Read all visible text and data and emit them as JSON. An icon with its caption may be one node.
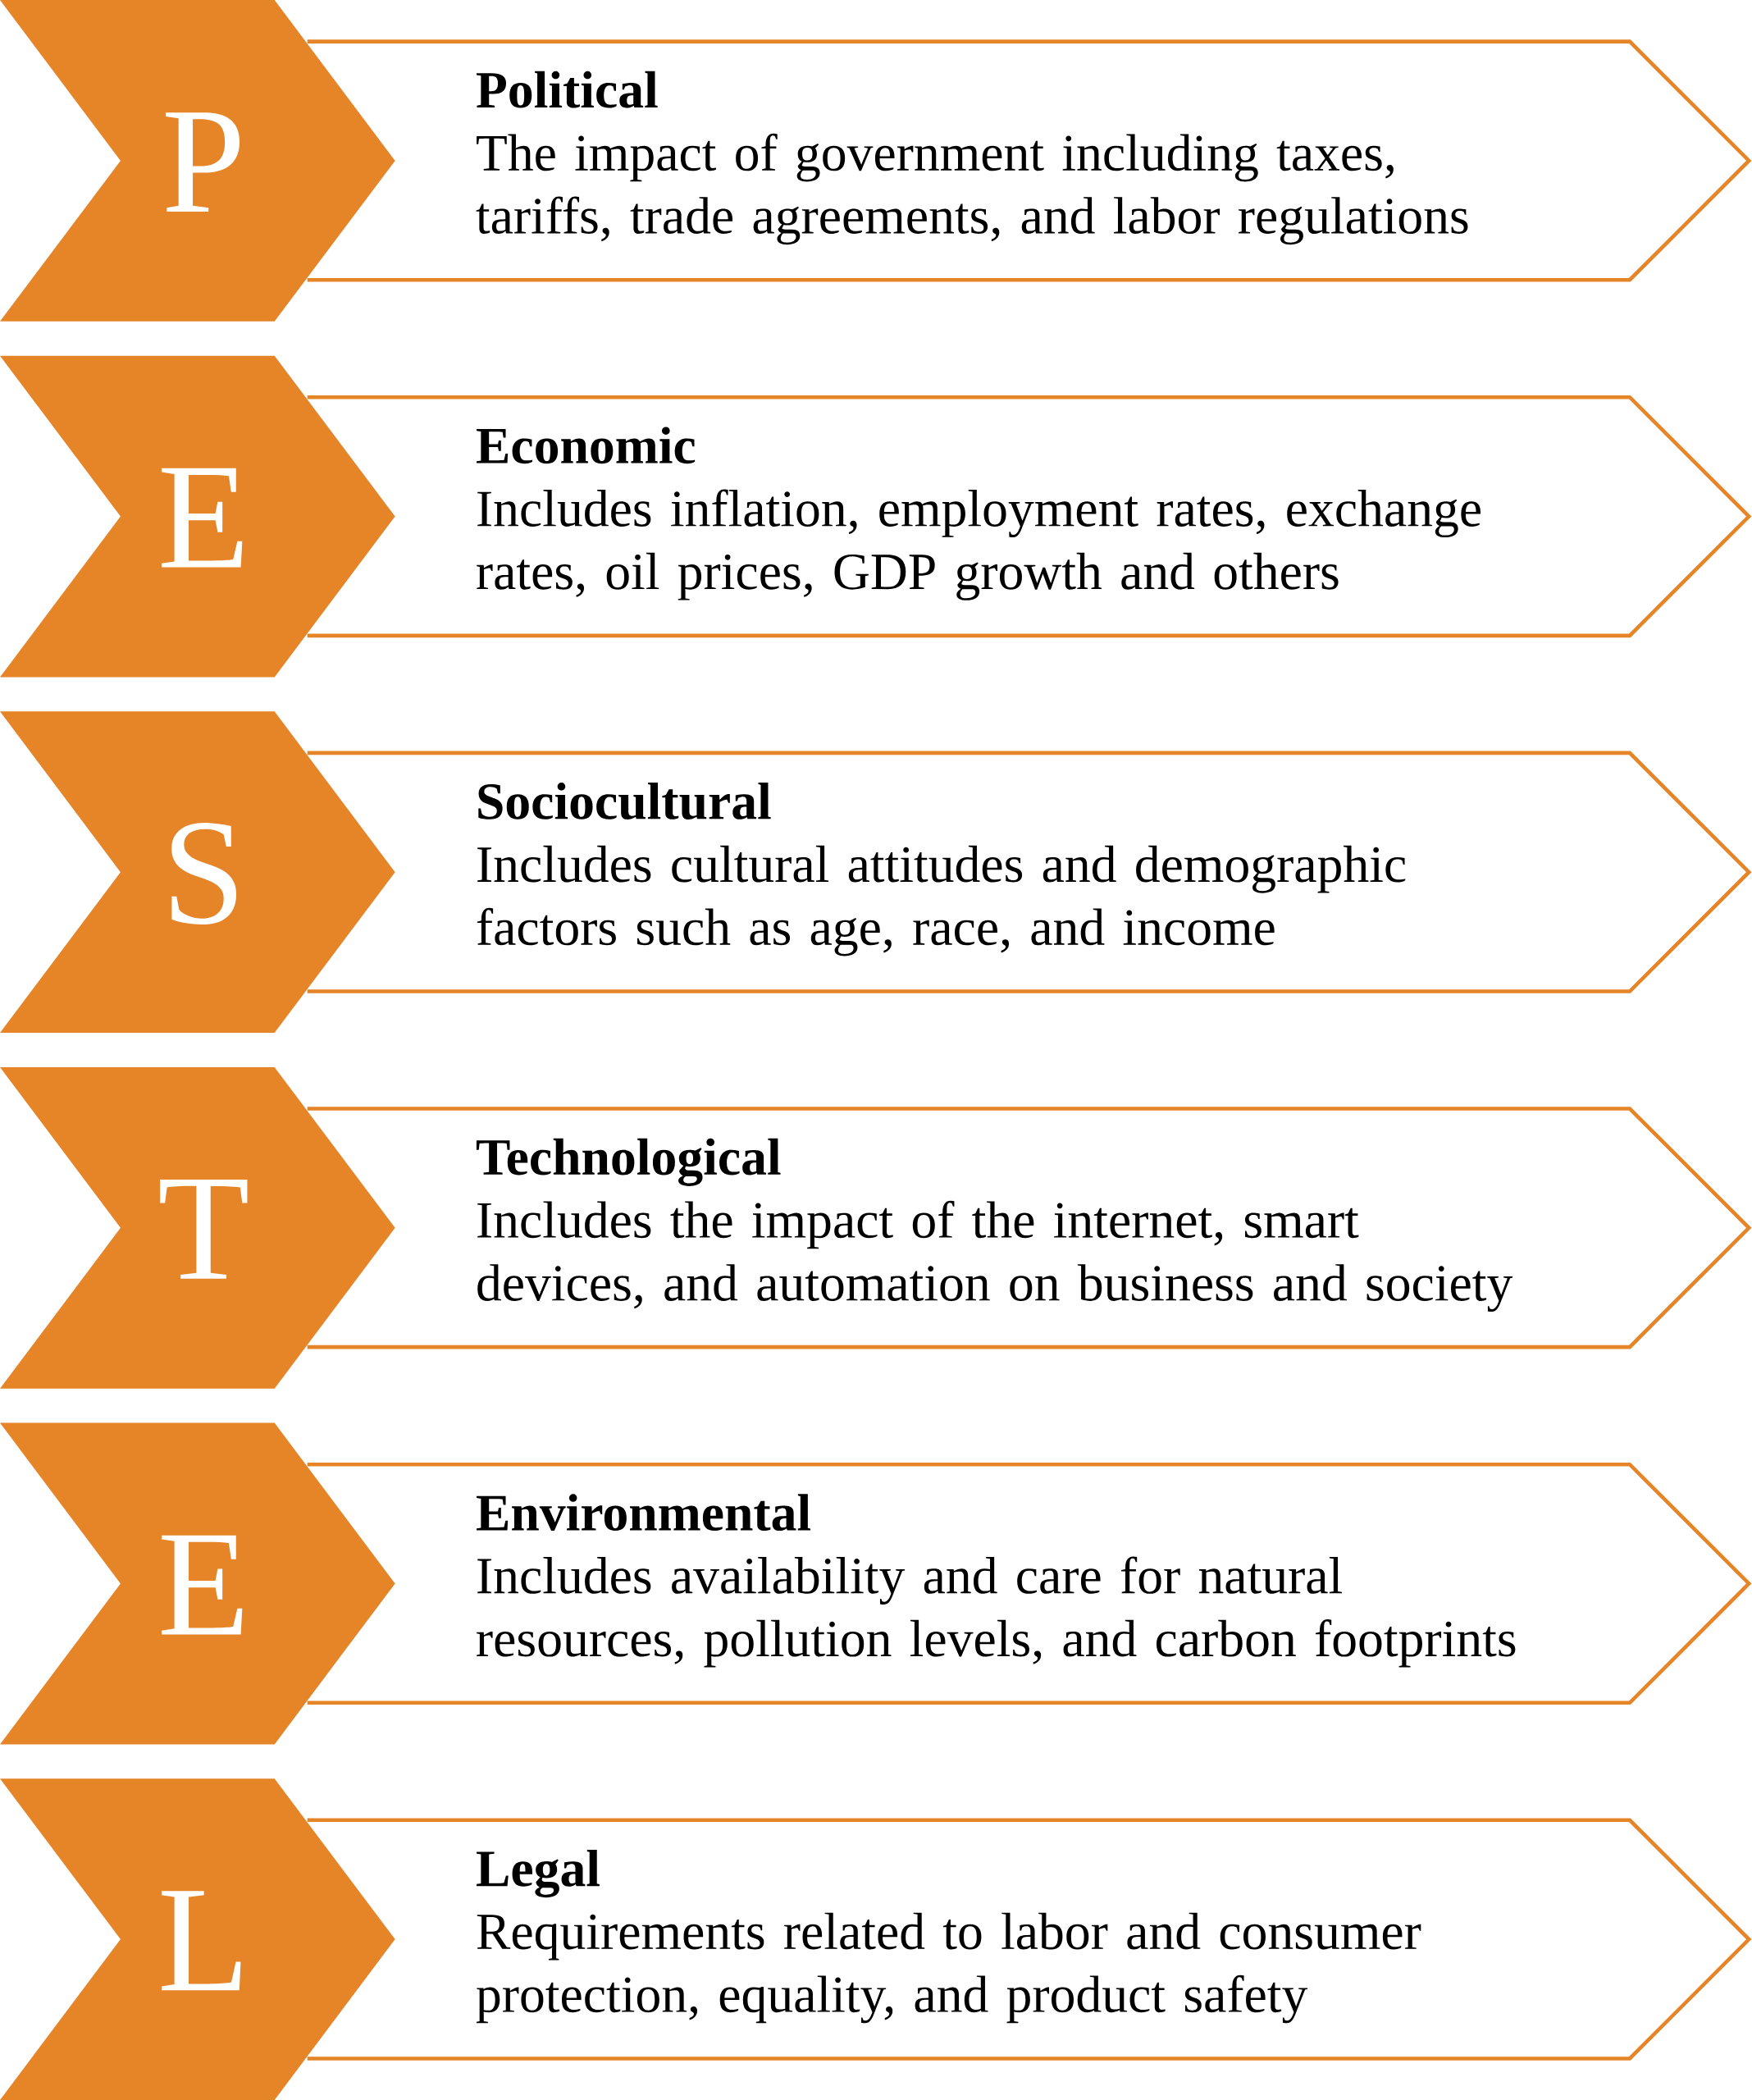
{
  "diagram": {
    "nodes": [
      {
        "text": [
          "P"
        ]
      },
      {
        "text": [
          "Political",
          "The impact of government including taxes, tariffs, trade agreements, and labor regulations"
        ]
      },
      {
        "text": [
          "E"
        ]
      },
      {
        "text": [
          "Economic",
          "Includes inflation, employment rates, exchange rates, oil prices, GDP growth and others"
        ]
      },
      {
        "text": [
          "S"
        ]
      },
      {
        "text": [
          "Sociocultural",
          "Includes cultural attitudes and demographic factors such as age, race, and income"
        ]
      },
      {
        "text": [
          "T"
        ]
      },
      {
        "text": [
          "Technological",
          "Includes the impact of the internet, smart devices, and automation on business and society"
        ]
      },
      {
        "text": [
          "E"
        ]
      },
      {
        "text": [
          "Environmental",
          "Includes availability and care for natural resources, pollution levels, and carbon footprints"
        ]
      },
      {
        "text": [
          "L"
        ]
      },
      {
        "text": [
          "Legal",
          "Requirements related to labor and consumer protection, equality, and product safety"
        ]
      }
    ]
  }
}
